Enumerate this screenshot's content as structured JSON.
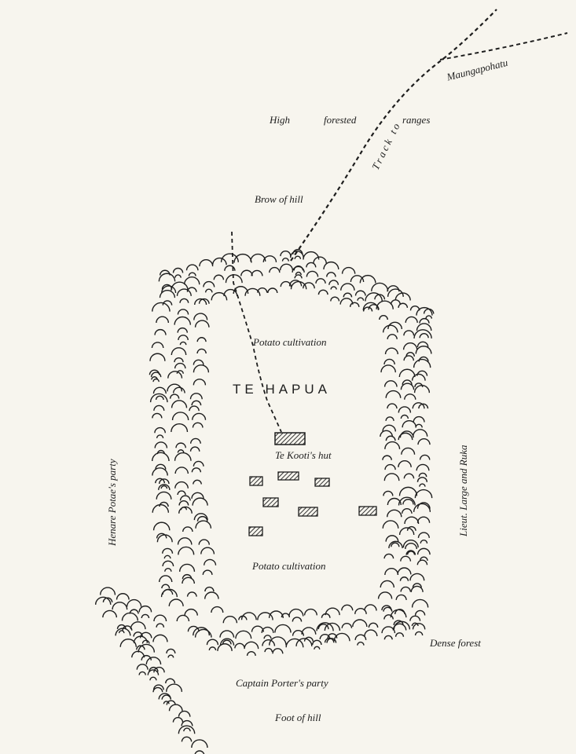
{
  "map": {
    "labels": {
      "maungapohatu": "Maungapohatu",
      "track_to": "Track to",
      "high": "High",
      "forested": "forested",
      "ranges": "ranges",
      "brow_of_hill": "Brow of hill",
      "potato_cultivation_top": "Potato cultivation",
      "te_hapua": "TE HAPUA",
      "te_kootis_hut": "Te Kooti's hut",
      "potato_cultivation_bottom": "Potato cultivation",
      "henare_potae_party": "Henare Potae's party",
      "lieut_large_ruka": "Lieut. Large and Ruka",
      "dense_forest": "Dense forest",
      "captain_porter_party": "Captain Porter's party",
      "foot_of_hill": "Foot of hill"
    },
    "colors": {
      "ink": "#1e1e1e",
      "paper": "#f7f5ee"
    },
    "hut_count": 8
  }
}
